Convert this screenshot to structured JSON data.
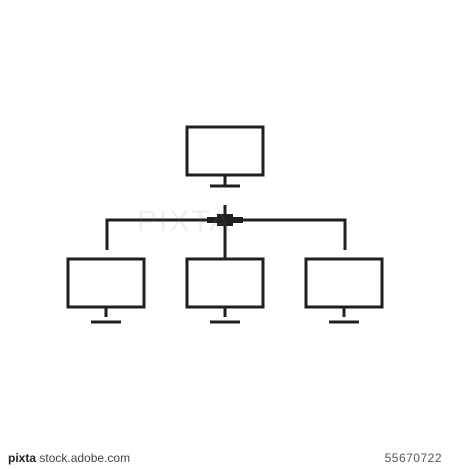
{
  "watermark": {
    "text": "PIXTA"
  },
  "footer": {
    "brand_prefix": "pixta",
    "brand_domain": "stock.adobe.com",
    "image_number": "55670722"
  },
  "colors": {
    "stroke": "#1f1f1f",
    "background": "#ffffff"
  },
  "icon": {
    "name": "network-computers-icon"
  }
}
